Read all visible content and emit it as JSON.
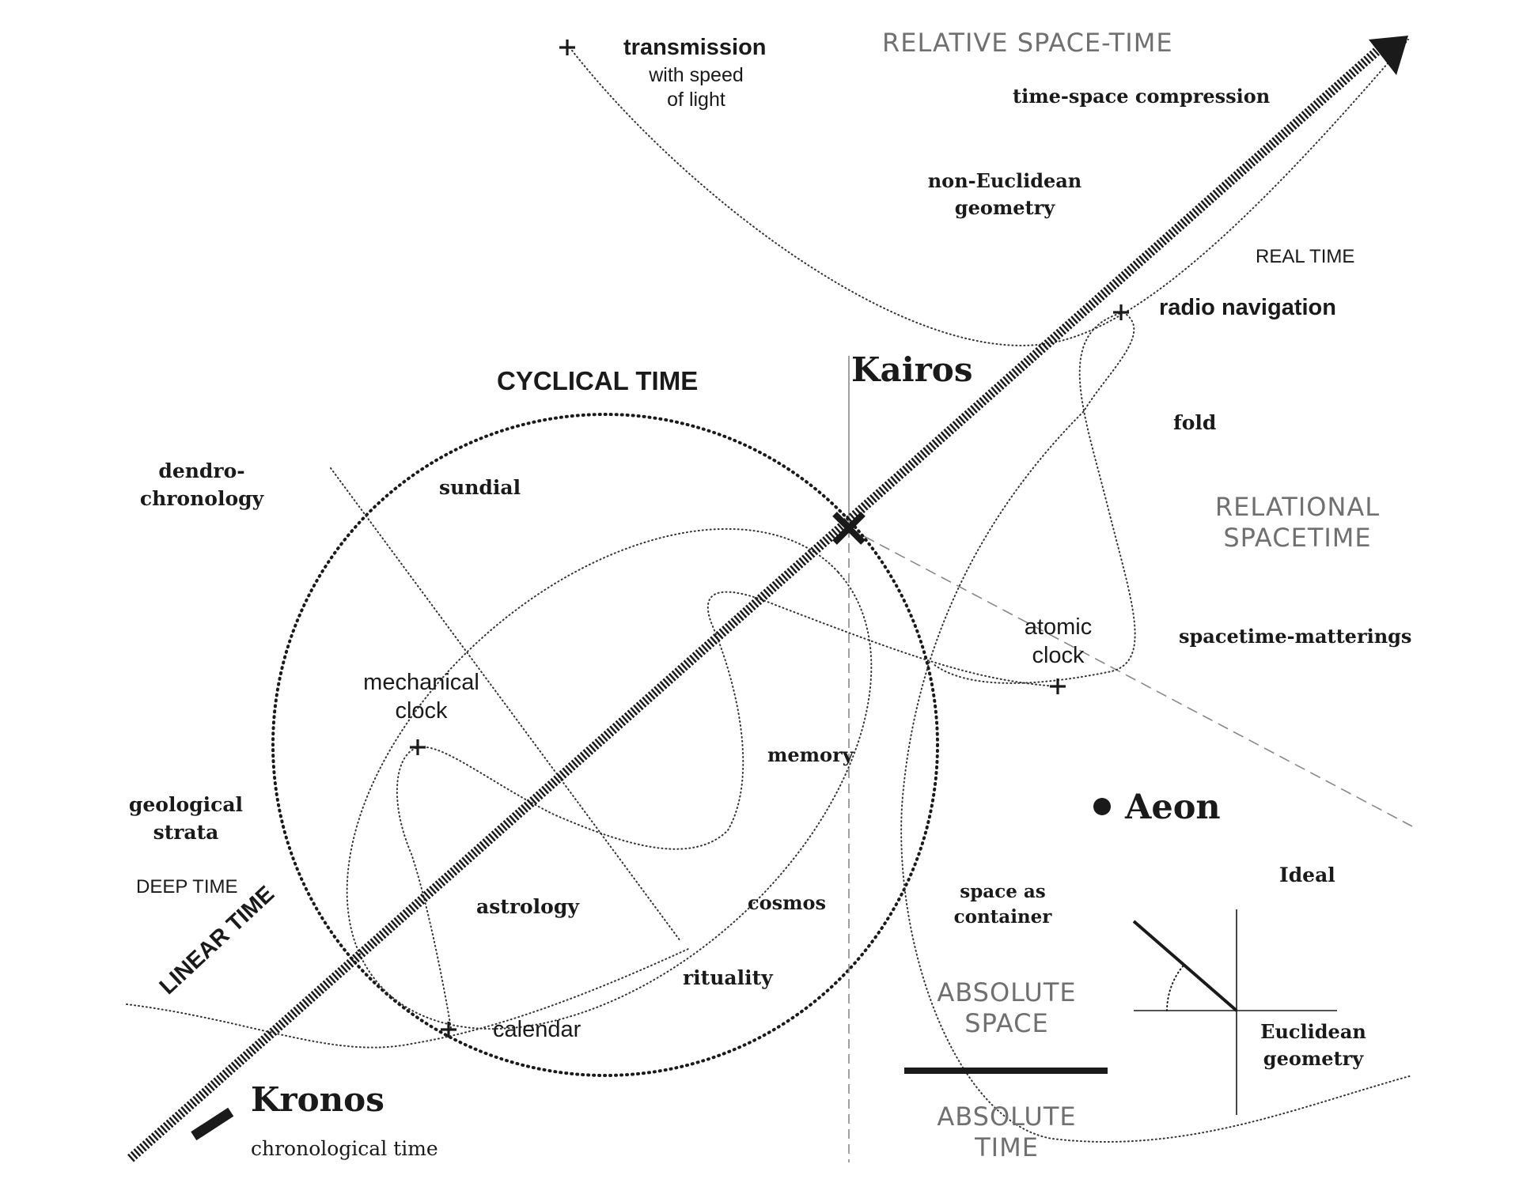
{
  "diagram": {
    "markers": {
      "kairos_cross": "x-mark-icon",
      "aeon_dot": "filled-dot-icon",
      "kronos_bar": "bar-icon",
      "event_plus": "plus-icon",
      "arrow_head": "arrow-head-icon"
    },
    "nodes": {
      "transmission_title": "transmission",
      "transmission_sub": "with speed\nof light",
      "relative_space_time": "RELATIVE SPACE-TIME",
      "time_space_compression": "time-space compression",
      "non_euclidean": "non-Euclidean\ngeometry",
      "real_time": "REAL TIME",
      "radio_navigation": "radio navigation",
      "kairos": "Kairos",
      "cyclical_time": "CYCLICAL TIME",
      "fold": "fold",
      "dendrochronology": "dendro-\nchronology",
      "sundial": "sundial",
      "relational_spacetime": "RELATIONAL\nSPACETIME",
      "atomic_clock": "atomic\nclock",
      "spacetime_matterings": "spacetime-matterings",
      "mechanical_clock": "mechanical\nclock",
      "memory": "memory",
      "aeon": "Aeon",
      "geological_strata": "geological\nstrata",
      "deep_time": "DEEP TIME",
      "ideal": "Ideal",
      "space_as_container": "space as\ncontainer",
      "astrology": "astrology",
      "cosmos": "cosmos",
      "linear_time": "LINEAR TIME",
      "rituality": "rituality",
      "absolute_space": "ABSOLUTE\nSPACE",
      "euclidean_geometry": "Euclidean\ngeometry",
      "calendar": "calendar",
      "kronos": "Kronos",
      "absolute_time": "ABSOLUTE\nTIME",
      "chronological_time": "chronological time"
    }
  }
}
